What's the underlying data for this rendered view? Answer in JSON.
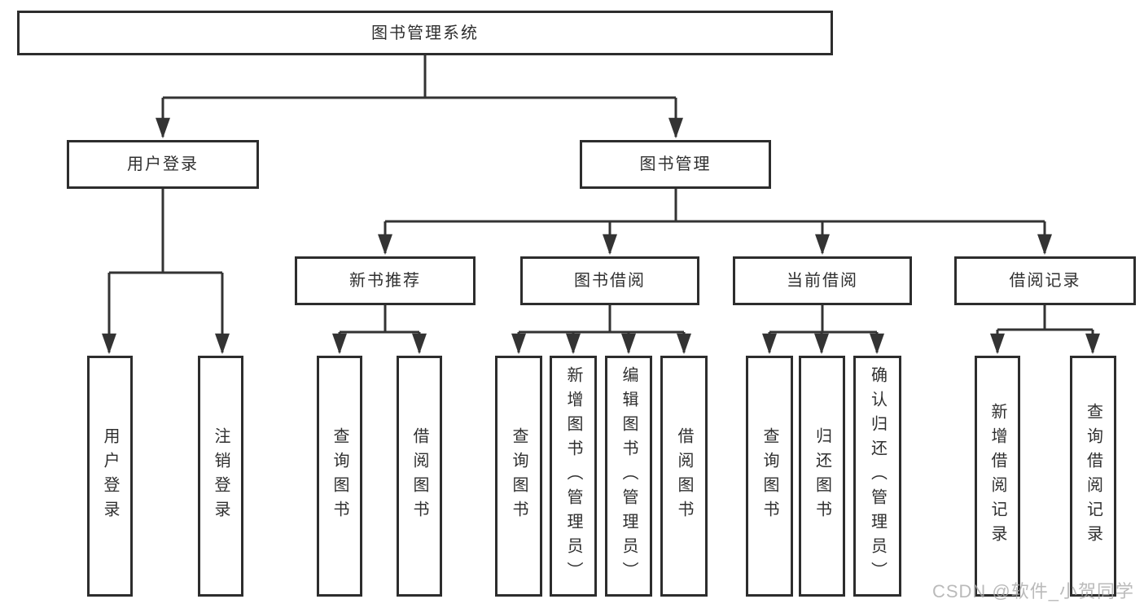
{
  "tree": {
    "root": "图书管理系统",
    "user": {
      "label": "用户登录",
      "children": [
        "用户登录",
        "注销登录"
      ]
    },
    "manage": {
      "label": "图书管理",
      "sections": {
        "recommend": {
          "label": "新书推荐",
          "children": [
            "查询图书",
            "借阅图书"
          ]
        },
        "borrow": {
          "label": "图书借阅",
          "children": [
            "查询图书",
            "新增图书（管理员）",
            "编辑图书（管理员）",
            "借阅图书"
          ]
        },
        "current": {
          "label": "当前借阅",
          "children": [
            "查询图书",
            "归还图书",
            "确认归还（管理员）"
          ]
        },
        "records": {
          "label": "借阅记录",
          "children": [
            "新增借阅记录",
            "查询借阅记录"
          ]
        }
      }
    }
  },
  "watermark": "CSDN @软件_小贺同学",
  "colors": {
    "line": "#333333",
    "box_border": "#2d2d2d",
    "box_fill": "#ffffff",
    "text": "#2f2f2f",
    "watermark": "#aaaaaa",
    "background": "#ffffff"
  }
}
